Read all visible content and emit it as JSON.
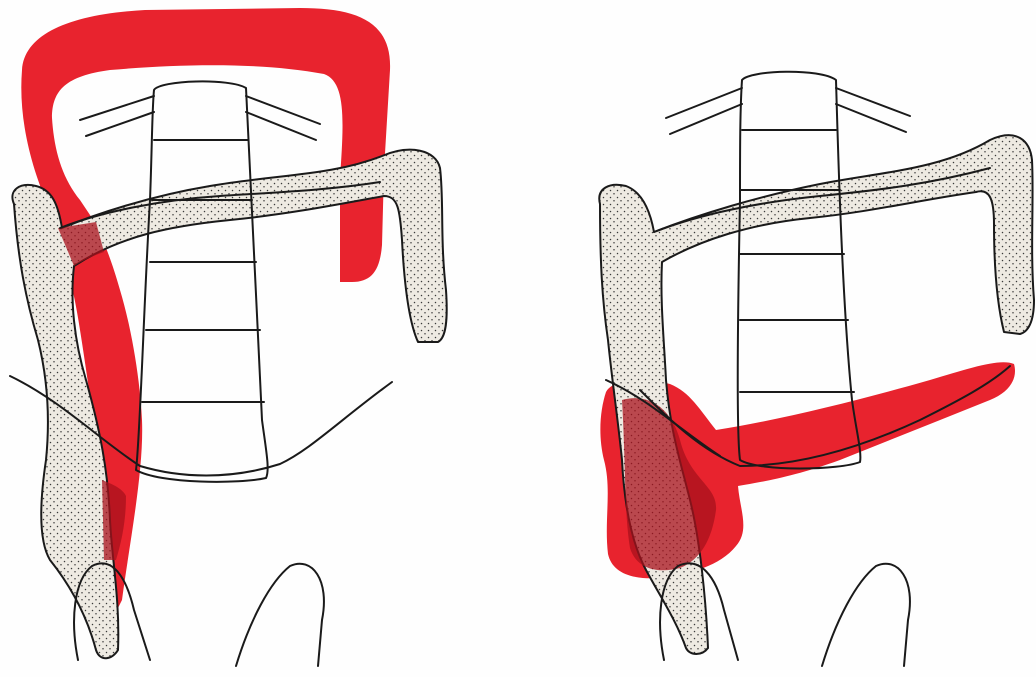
{
  "colors": {
    "background": "#fefefe",
    "ink": "#1a1a1a",
    "colon_fill": "#eeeae2",
    "colon_stipple": "#3a3a3a",
    "highlight": "#e8232e",
    "highlight_dark": "#a8121c"
  },
  "panels": [
    {
      "id": "left",
      "structures": [
        "spine",
        "ribs",
        "colon",
        "pelvic-brim",
        "pelvic-bones",
        "highlight-region"
      ]
    },
    {
      "id": "right",
      "structures": [
        "spine",
        "ribs",
        "colon",
        "pelvic-brim",
        "pelvic-bones",
        "highlight-region"
      ]
    }
  ]
}
